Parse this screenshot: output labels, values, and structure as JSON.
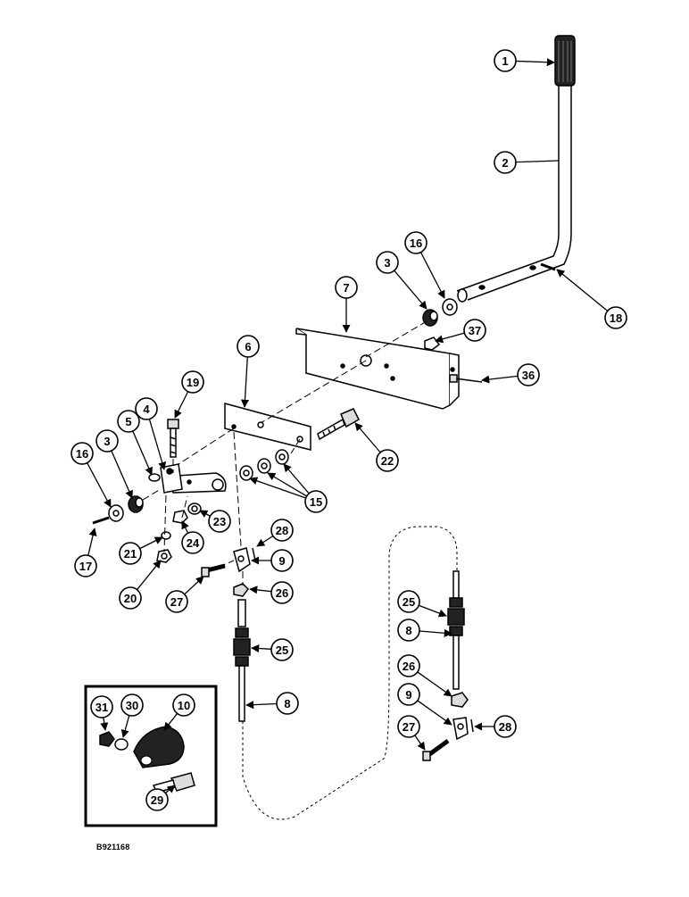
{
  "figure_id": "B921168",
  "callouts": [
    {
      "id": "c1",
      "label": "1"
    },
    {
      "id": "c2",
      "label": "2"
    },
    {
      "id": "c3a",
      "label": "3"
    },
    {
      "id": "c16a",
      "label": "16"
    },
    {
      "id": "c7",
      "label": "7"
    },
    {
      "id": "c37",
      "label": "37"
    },
    {
      "id": "c18",
      "label": "18"
    },
    {
      "id": "c36",
      "label": "36"
    },
    {
      "id": "c6",
      "label": "6"
    },
    {
      "id": "c19",
      "label": "19"
    },
    {
      "id": "c4",
      "label": "4"
    },
    {
      "id": "c5",
      "label": "5"
    },
    {
      "id": "c3b",
      "label": "3"
    },
    {
      "id": "c16b",
      "label": "16"
    },
    {
      "id": "c22",
      "label": "22"
    },
    {
      "id": "c15",
      "label": "15"
    },
    {
      "id": "c23",
      "label": "23"
    },
    {
      "id": "c24",
      "label": "24"
    },
    {
      "id": "c21",
      "label": "21"
    },
    {
      "id": "c17",
      "label": "17"
    },
    {
      "id": "c20",
      "label": "20"
    },
    {
      "id": "c28a",
      "label": "28"
    },
    {
      "id": "c9a",
      "label": "9"
    },
    {
      "id": "c26a",
      "label": "26"
    },
    {
      "id": "c27a",
      "label": "27"
    },
    {
      "id": "c25a",
      "label": "25"
    },
    {
      "id": "c8a",
      "label": "8"
    },
    {
      "id": "c25b",
      "label": "25"
    },
    {
      "id": "c8b",
      "label": "8"
    },
    {
      "id": "c26b",
      "label": "26"
    },
    {
      "id": "c9b",
      "label": "9"
    },
    {
      "id": "c28b",
      "label": "28"
    },
    {
      "id": "c27b",
      "label": "27"
    },
    {
      "id": "c31",
      "label": "31"
    },
    {
      "id": "c30",
      "label": "30"
    },
    {
      "id": "c10",
      "label": "10"
    },
    {
      "id": "c29",
      "label": "29"
    }
  ]
}
